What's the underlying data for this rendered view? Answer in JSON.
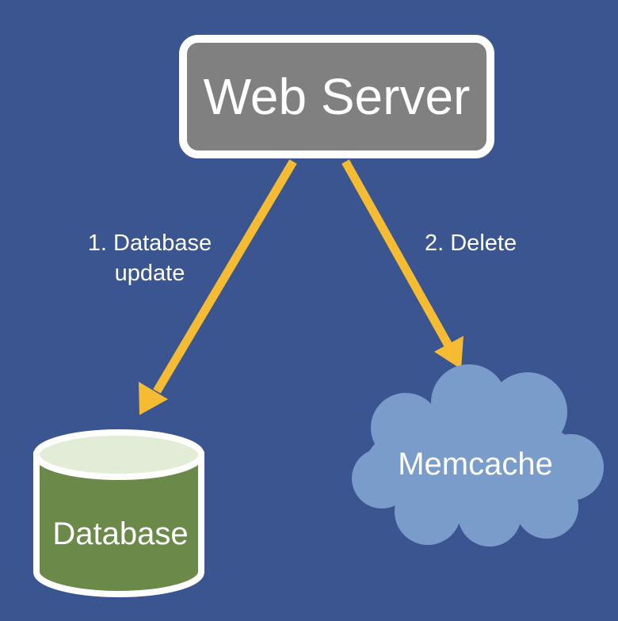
{
  "nodes": {
    "web_server": {
      "label": "Web Server",
      "fill": "#808080",
      "stroke": "#ffffff"
    },
    "database": {
      "label": "Database",
      "fill": "#6b8a4a",
      "top_fill": "#e3ecd6",
      "stroke": "#ffffff"
    },
    "memcache": {
      "label": "Memcache",
      "fill": "#7a9ccb"
    }
  },
  "edges": [
    {
      "from": "web_server",
      "to": "database",
      "label_line1": "1. Database",
      "label_line2": "update",
      "color": "#f5bb33"
    },
    {
      "from": "web_server",
      "to": "memcache",
      "label": "2. Delete",
      "color": "#f5bb33"
    }
  ],
  "colors": {
    "background": "#3a5590",
    "arrow": "#f5bb33"
  }
}
